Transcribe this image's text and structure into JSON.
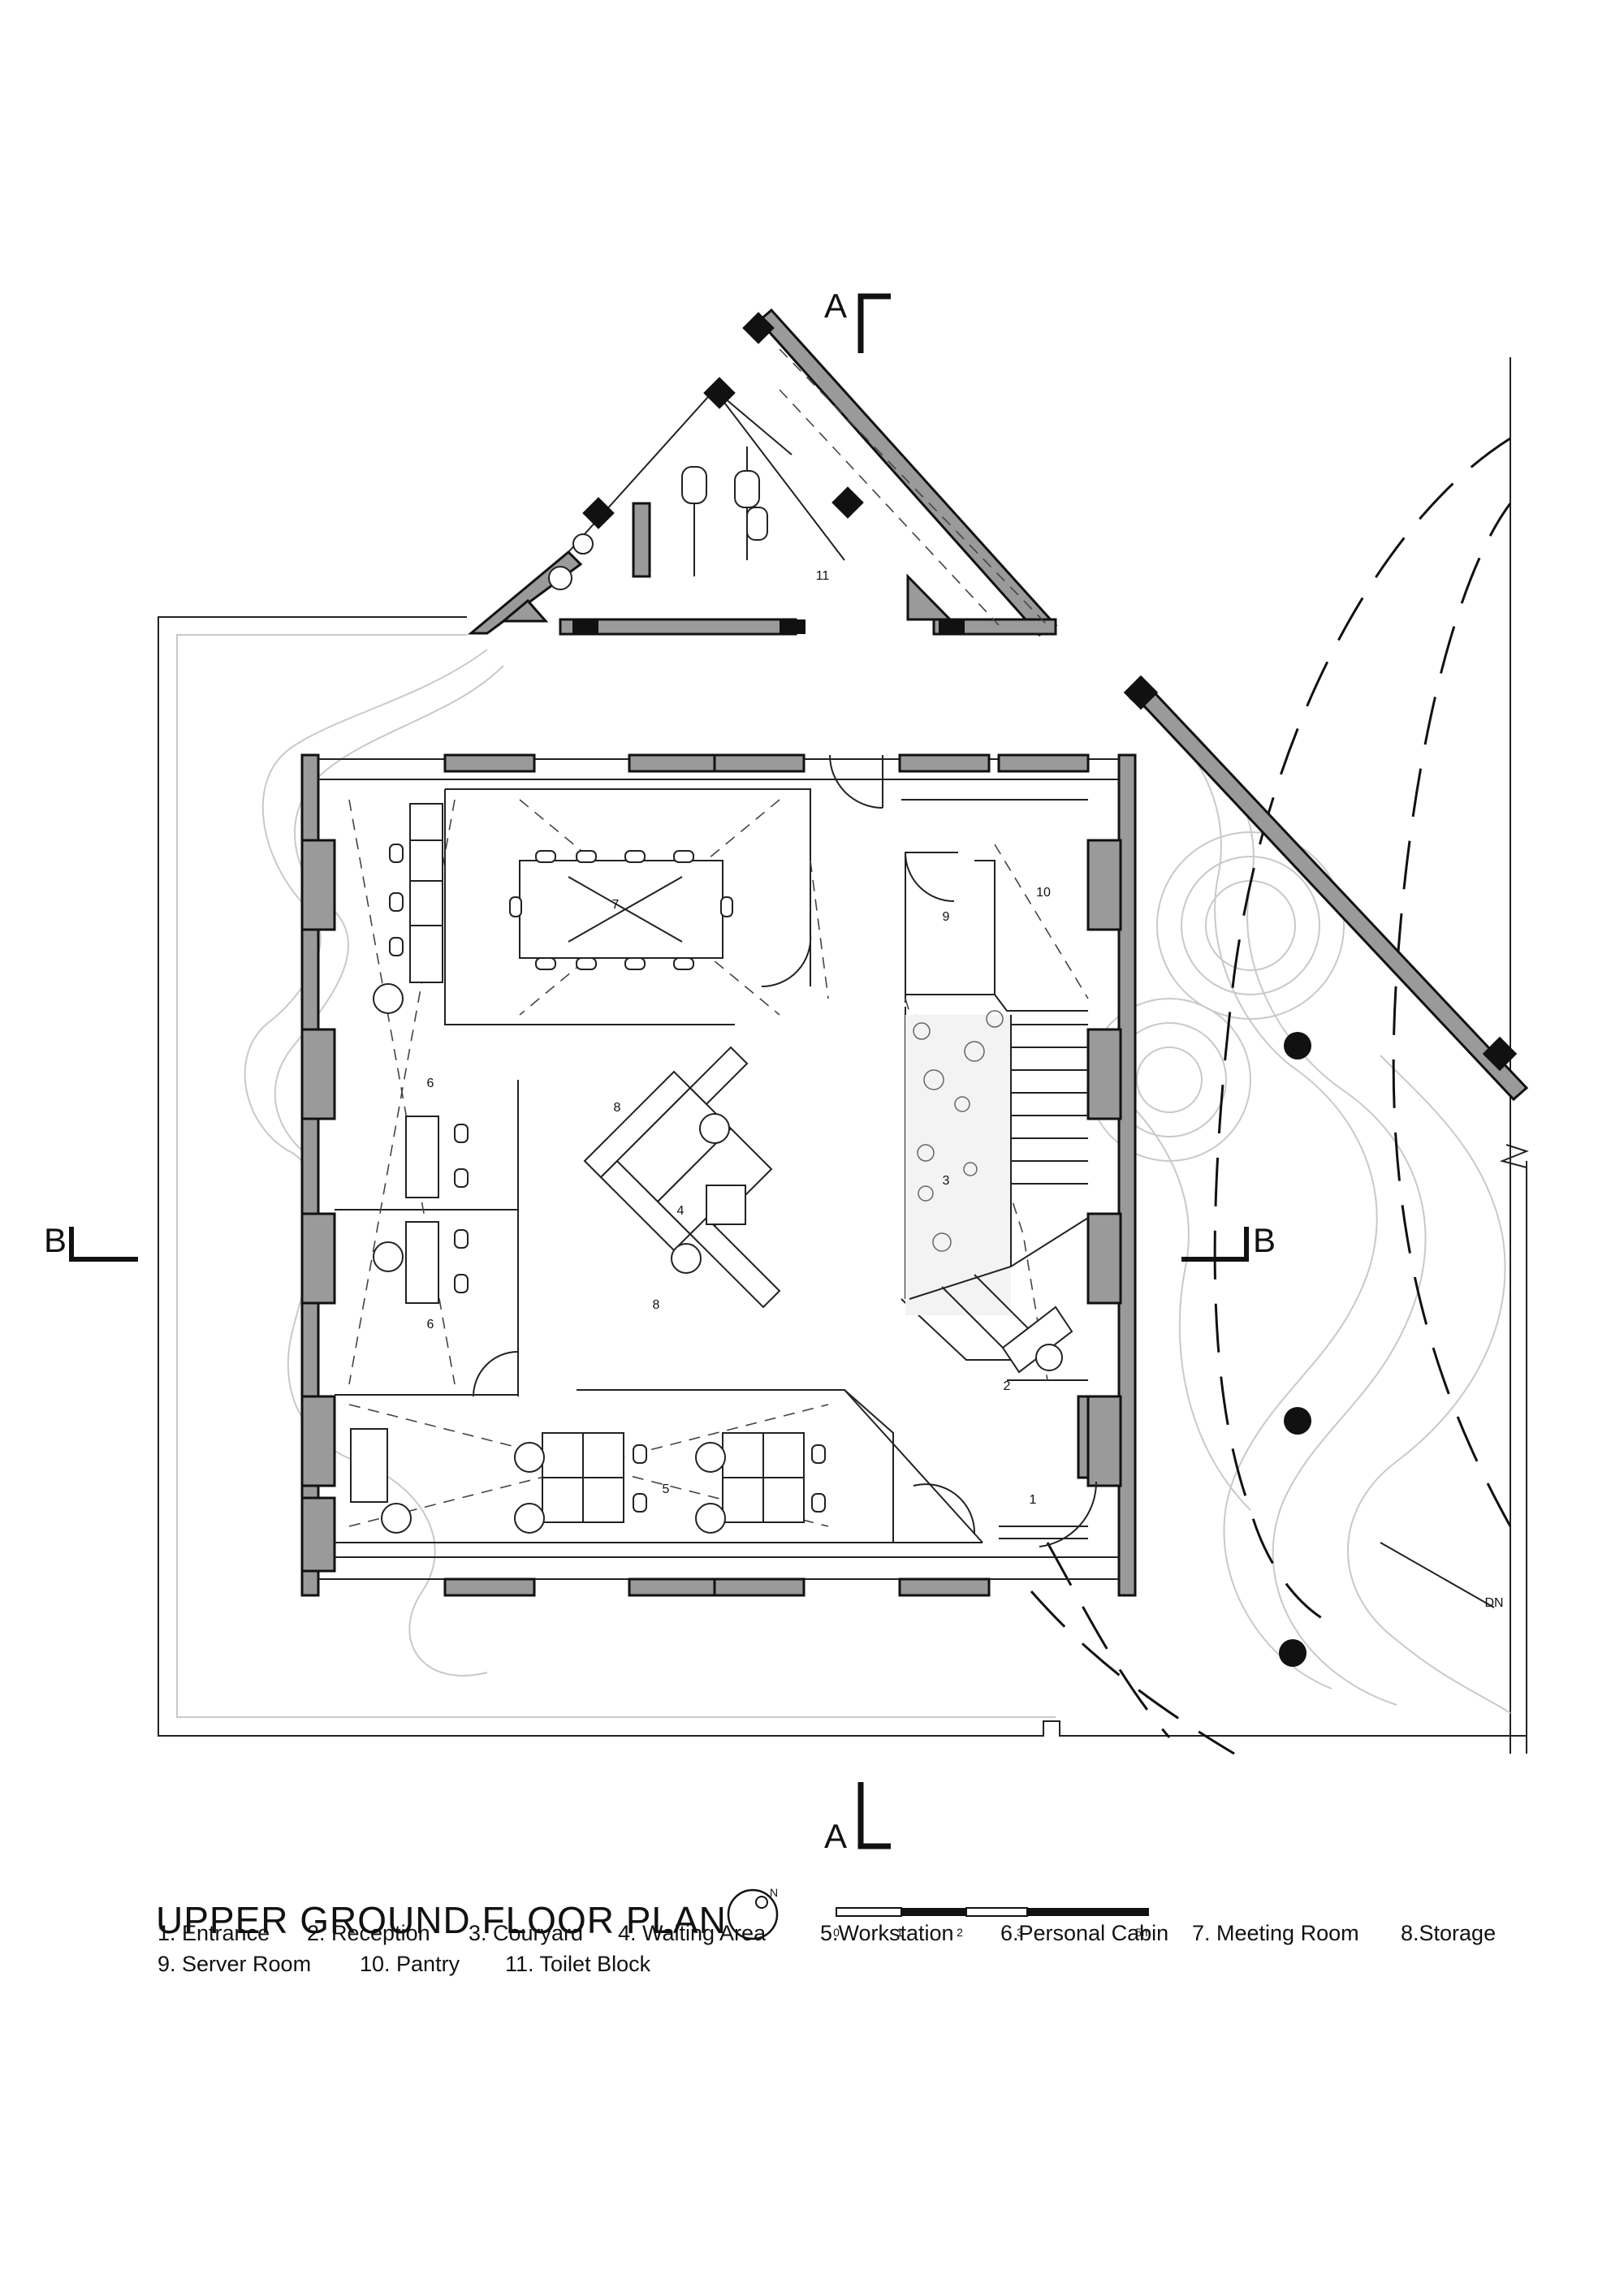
{
  "drawing": {
    "title": "UPPER GROUND FLOOR PLAN",
    "north_label": "N",
    "section_markers": {
      "a_top": "A",
      "a_bottom": "A",
      "b_left": "B",
      "b_right": "B"
    },
    "stair_note": "DN"
  },
  "room_tags": [
    "1",
    "2",
    "3",
    "4",
    "5",
    "6",
    "6",
    "7",
    "8",
    "8",
    "9",
    "10",
    "11"
  ],
  "legend": [
    "1. Entrance",
    "2. Reception",
    "3. Couryard",
    "4. Waiting Area",
    "5.Workstation",
    "6.Personal Cabin",
    "7. Meeting Room",
    "8.Storage",
    "9. Server Room",
    "10. Pantry",
    "11. Toilet Block"
  ],
  "scale_bar": {
    "ticks": [
      "0",
      "1",
      "2",
      "3",
      "5m"
    ]
  }
}
